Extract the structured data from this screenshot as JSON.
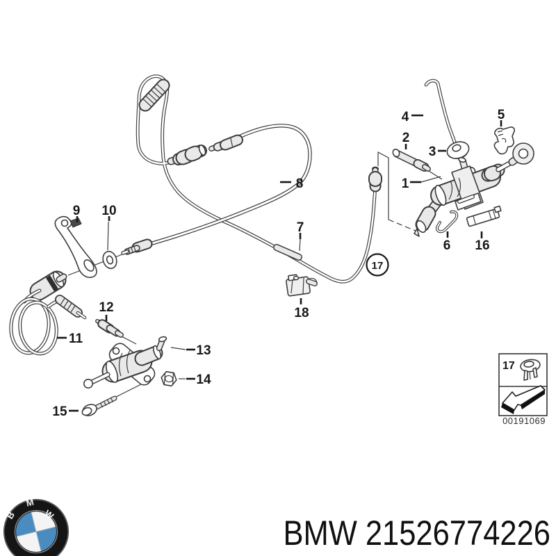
{
  "diagram": {
    "labels": {
      "1": "1",
      "2": "2",
      "3": "3",
      "4": "4",
      "5": "5",
      "6": "6",
      "7": "7",
      "8": "8",
      "9": "9",
      "10": "10",
      "11": "11",
      "12": "12",
      "13": "13",
      "14": "14",
      "15": "15",
      "16": "16",
      "18": "18"
    },
    "callout_17": "17",
    "inset": {
      "label": "17",
      "code": "00191069"
    }
  },
  "footer": {
    "logo_letters": [
      "B",
      "M",
      "W"
    ],
    "text": "BMW 21526774226"
  },
  "colors": {
    "line": "#3b3b3b",
    "bmw_blue": "#4a8cc0",
    "ring": "#151515"
  }
}
